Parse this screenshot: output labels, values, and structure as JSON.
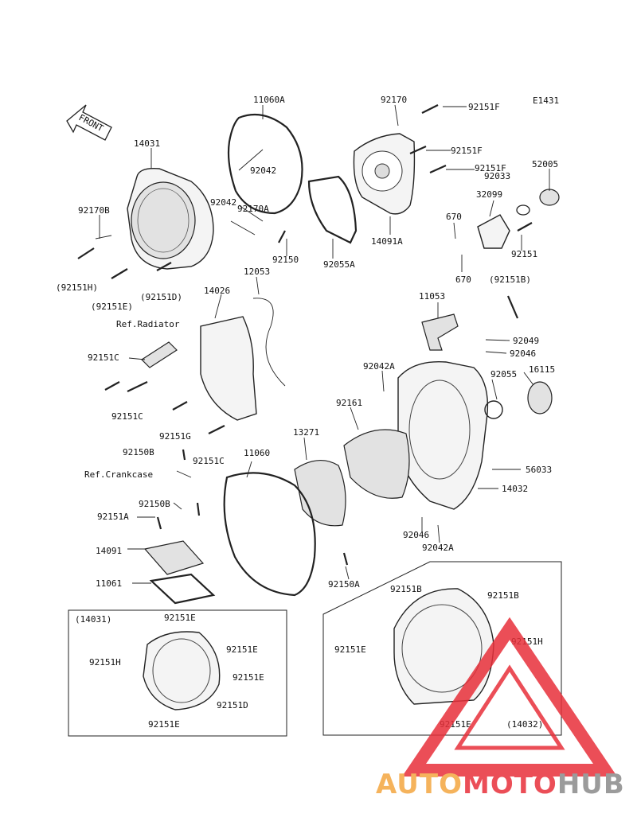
{
  "diagram": {
    "code": "E1431",
    "front_label": "FRONT",
    "callouts": [
      {
        "id": "c01",
        "text": "11060A"
      },
      {
        "id": "c02",
        "text": "92170"
      },
      {
        "id": "c03",
        "text": "92151F"
      },
      {
        "id": "c04",
        "text": "14031"
      },
      {
        "id": "c05",
        "text": "92042"
      },
      {
        "id": "c06",
        "text": "92151F"
      },
      {
        "id": "c07",
        "text": "92151F"
      },
      {
        "id": "c08",
        "text": "52005"
      },
      {
        "id": "c09",
        "text": "92033"
      },
      {
        "id": "c10",
        "text": "32099"
      },
      {
        "id": "c11",
        "text": "92042"
      },
      {
        "id": "c12",
        "text": "92170B"
      },
      {
        "id": "c13",
        "text": "92170A"
      },
      {
        "id": "c14",
        "text": "670"
      },
      {
        "id": "c15",
        "text": "14091A"
      },
      {
        "id": "c16",
        "text": "92150"
      },
      {
        "id": "c17",
        "text": "92151"
      },
      {
        "id": "c18",
        "text": "92055A"
      },
      {
        "id": "c19",
        "text": "12053"
      },
      {
        "id": "c20",
        "text": "(92151H)"
      },
      {
        "id": "c21",
        "text": "670"
      },
      {
        "id": "c22",
        "text": "(92151B)"
      },
      {
        "id": "c23",
        "text": "(92151E)"
      },
      {
        "id": "c24",
        "text": "(92151D)"
      },
      {
        "id": "c25",
        "text": "14026"
      },
      {
        "id": "c26",
        "text": "11053"
      },
      {
        "id": "c27",
        "text": "Ref.Radiator"
      },
      {
        "id": "c28",
        "text": "92049"
      },
      {
        "id": "c29",
        "text": "92046"
      },
      {
        "id": "c30",
        "text": "92151C"
      },
      {
        "id": "c31",
        "text": "92042A"
      },
      {
        "id": "c32",
        "text": "92055"
      },
      {
        "id": "c33",
        "text": "16115"
      },
      {
        "id": "c34",
        "text": "92151C"
      },
      {
        "id": "c35",
        "text": "92161"
      },
      {
        "id": "c36",
        "text": "92151G"
      },
      {
        "id": "c37",
        "text": "13271"
      },
      {
        "id": "c38",
        "text": "92150B"
      },
      {
        "id": "c39",
        "text": "92151C"
      },
      {
        "id": "c40",
        "text": "11060"
      },
      {
        "id": "c41",
        "text": "56033"
      },
      {
        "id": "c42",
        "text": "Ref.Crankcase"
      },
      {
        "id": "c43",
        "text": "14032"
      },
      {
        "id": "c44",
        "text": "92150B"
      },
      {
        "id": "c45",
        "text": "92151A"
      },
      {
        "id": "c46",
        "text": "92046"
      },
      {
        "id": "c47",
        "text": "14091"
      },
      {
        "id": "c48",
        "text": "92042A"
      },
      {
        "id": "c49",
        "text": "11061"
      },
      {
        "id": "c50",
        "text": "92150A"
      }
    ],
    "inset_left": {
      "title": "(14031)",
      "labels": [
        {
          "id": "l1",
          "text": "92151E"
        },
        {
          "id": "l2",
          "text": "92151E"
        },
        {
          "id": "l3",
          "text": "92151H"
        },
        {
          "id": "l4",
          "text": "92151E"
        },
        {
          "id": "l5",
          "text": "92151D"
        },
        {
          "id": "l6",
          "text": "92151E"
        }
      ]
    },
    "inset_right": {
      "title": "(14032)",
      "labels": [
        {
          "id": "r1",
          "text": "92151B"
        },
        {
          "id": "r2",
          "text": "92151B"
        },
        {
          "id": "r3",
          "text": "92151H"
        },
        {
          "id": "r4",
          "text": "92151E"
        },
        {
          "id": "r5",
          "text": "92151E"
        }
      ]
    }
  },
  "watermark": {
    "part1": "AUTO",
    "part2": "MOTO",
    "part3": "HUB",
    "color_orange": "#f4a640",
    "color_red": "#e8303a",
    "color_gray": "#8a8a8a"
  }
}
